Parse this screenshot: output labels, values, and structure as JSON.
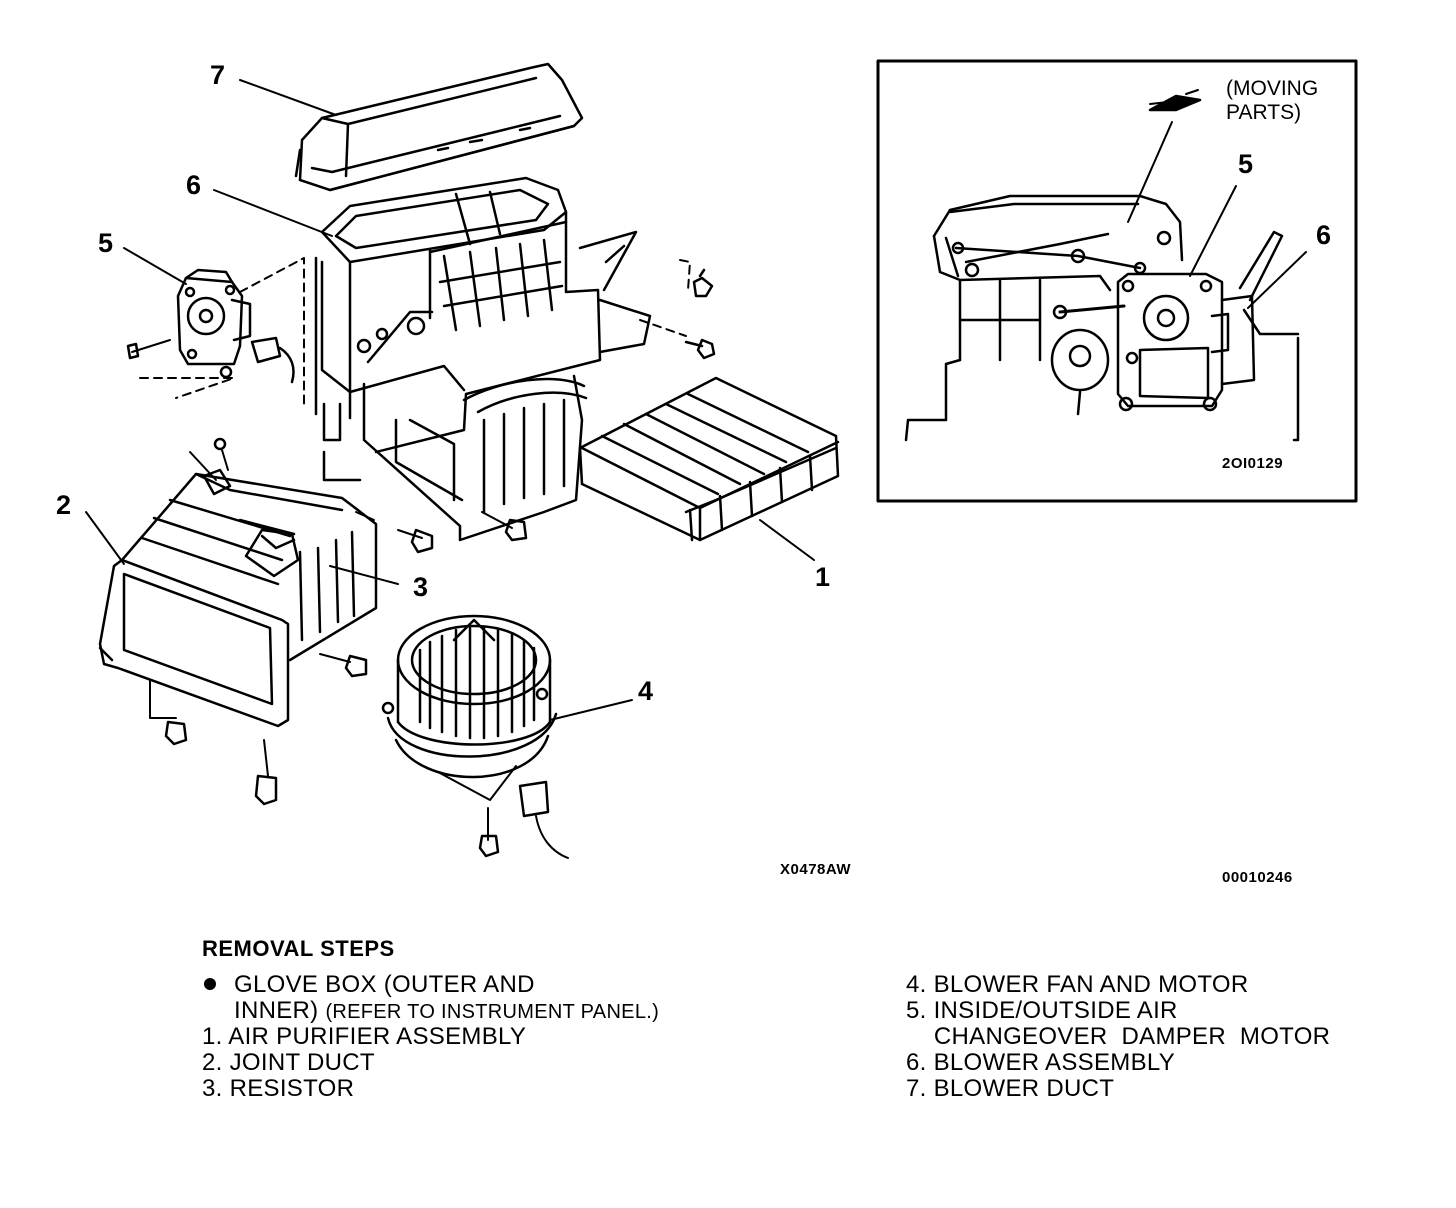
{
  "callouts": {
    "c1": "1",
    "c2": "2",
    "c3": "3",
    "c4": "4",
    "c5": "5",
    "c6": "6",
    "c7": "7"
  },
  "inset": {
    "moving_parts_line1": "(MOVING",
    "moving_parts_line2": "PARTS)",
    "c5": "5",
    "c6": "6",
    "figure_code": "2OI0129"
  },
  "figure_codes": {
    "main": "X0478AW",
    "sheet": "00010246"
  },
  "removal_steps": {
    "heading": "REMOVAL  STEPS",
    "pre_step_line1": "GLOVE  BOX  (OUTER  AND",
    "pre_step_line2": "INNER)",
    "pre_step_note": "(REFER TO INSTRUMENT PANEL.)",
    "left_items": [
      "1. AIR  PURIFIER  ASSEMBLY",
      "2. JOINT  DUCT",
      "3. RESISTOR"
    ],
    "right_items": [
      "4. BLOWER  FAN  AND  MOTOR",
      "5. INSIDE/OUTSIDE  AIR",
      "    CHANGEOVER  DAMPER  MOTOR",
      "6. BLOWER  ASSEMBLY",
      "7. BLOWER  DUCT"
    ]
  }
}
